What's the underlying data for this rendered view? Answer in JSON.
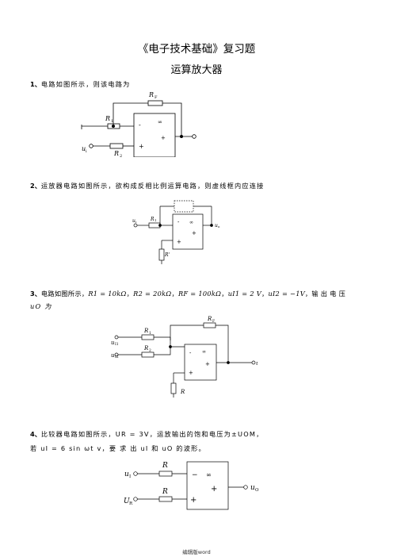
{
  "header": {
    "title": "《电子技术基础》复习题",
    "subtitle": "运算放大器"
  },
  "q1": {
    "num": "1、",
    "text": "电路如图所示，则该电路为",
    "labels": {
      "rf": "R",
      "rf_sub": "F",
      "r1": "R",
      "r1_sub": "1",
      "r2": "R",
      "r2_sub": "2",
      "ui": "u",
      "ui_sub": "i",
      "minus": "-",
      "plus": "+",
      "inf": "∞",
      "out_plus": "+"
    }
  },
  "q2": {
    "num": "2、",
    "text": "运放器电路如图所示，欲构成反相比例运算电路，则虚线框内应连接",
    "labels": {
      "ui": "u",
      "ui_sub": "i",
      "r1": "R",
      "r1_sub": "1",
      "rp": "R'",
      "uo": "u",
      "uo_sub": "o",
      "minus": "-",
      "plus": "+",
      "inf": "∞",
      "out_plus": "+"
    }
  },
  "q3": {
    "num": "3、",
    "text_prefix": "电路如图所示，",
    "r1_val": "R1 = 10kΩ",
    "r2_val": "R2 = 20kΩ",
    "rf_val": "RF = 100kΩ",
    "ui1_val": "uI1 = 2 V",
    "ui2_val": "uI2 = −1V",
    "text_suffix": "，输 出 电 压",
    "line2": "uO 为",
    "labels": {
      "rf": "R",
      "rf_sub": "F",
      "r1": "R",
      "r1_sub": "1",
      "r2": "R",
      "r2_sub": "2",
      "r": "R",
      "ui1": "u",
      "ui1_sub": "I1",
      "ui2": "u",
      "ui2_sub": "I2",
      "uo": "u",
      "uo_sub": "o",
      "minus": "-",
      "plus": "+",
      "inf": "∞",
      "out_plus": "+"
    }
  },
  "q4": {
    "num": "4、",
    "text": "比较器电路如图所示，UR = 3V，运放输出的饱和电压为±UOM，",
    "line2": "若 uI = 6 sin ωt v，要 求  出  uI 和 uO  的波形。",
    "labels": {
      "ui": "u",
      "ui_sub": "I",
      "ur": "U",
      "ur_sub": "R",
      "r_top": "R",
      "r_bot": "R",
      "uo": "u",
      "uo_sub": "O",
      "minus": "−",
      "plus": "+",
      "inf": "∞",
      "out_plus": "+"
    }
  },
  "footer": "编辑版word"
}
